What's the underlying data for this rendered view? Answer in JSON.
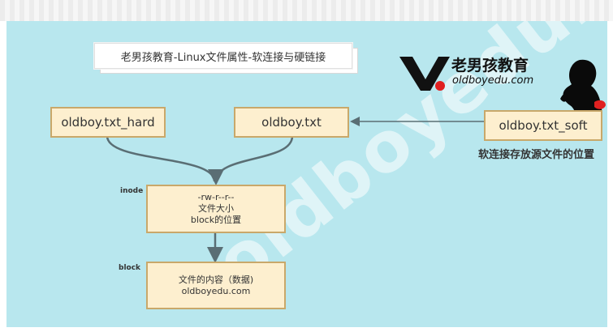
{
  "title": "老男孩教育-Linux文件属性-软连接与硬链接",
  "brand": {
    "name_cn": "老男孩教育",
    "url": "oldboyedu.com"
  },
  "watermark": {
    "large": "oldboyedu.com"
  },
  "nodes": {
    "hard_link": "oldboy.txt_hard",
    "original": "oldboy.txt",
    "soft_link": "oldboy.txt_soft",
    "inode": [
      "-rw-r--r--",
      "文件大小",
      "block的位置"
    ],
    "block": [
      "文件的内容（数据)",
      "oldboyedu.com"
    ]
  },
  "labels": {
    "inode": "inode",
    "block": "block"
  },
  "soft_caption": "软连接存放源文件的位置",
  "colors": {
    "canvas": "#b8e7ee",
    "box_fill": "#fdefcf",
    "box_border": "#c9a86a",
    "connector": "#5a6e74",
    "logo_red": "#e02020"
  }
}
